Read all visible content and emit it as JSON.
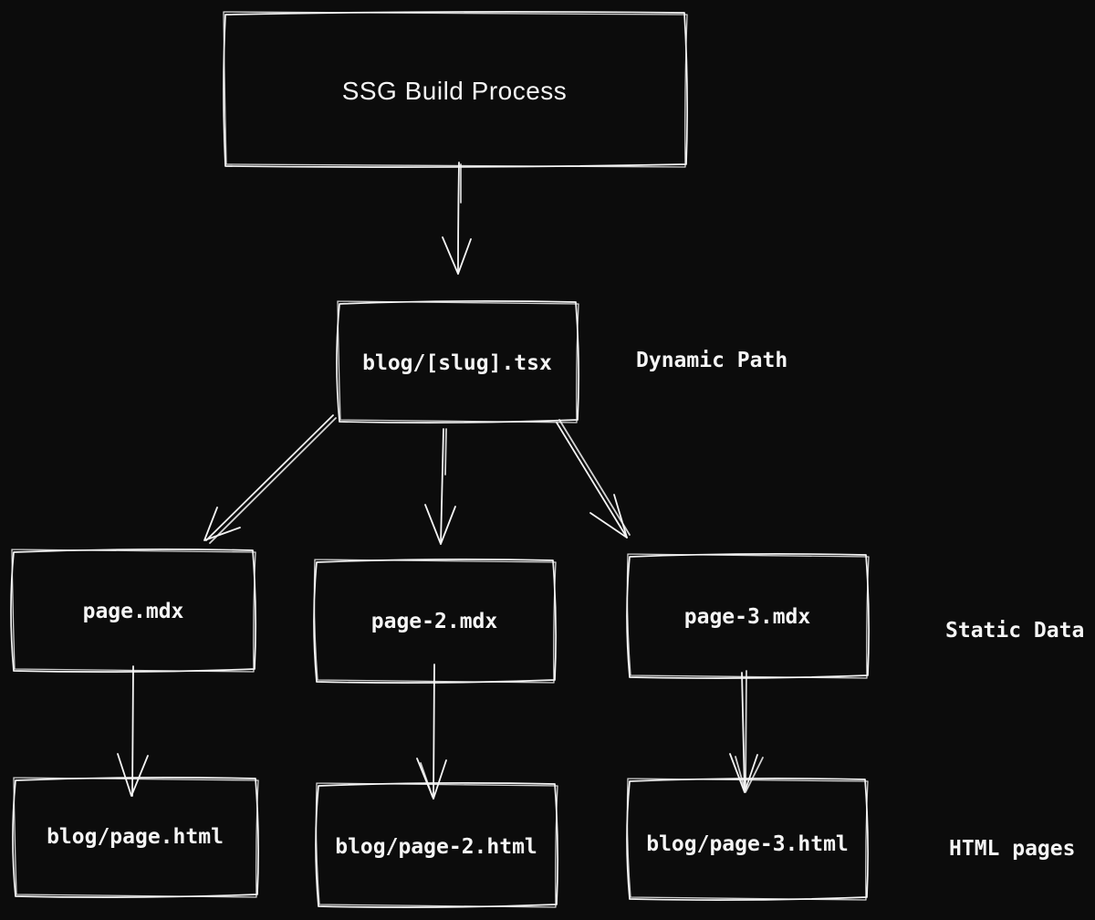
{
  "diagram": {
    "root": {
      "label": "SSG Build Process"
    },
    "dynamic_route": {
      "label": "blog/[slug].tsx"
    },
    "sources": [
      {
        "label": "page.mdx"
      },
      {
        "label": "page-2.mdx"
      },
      {
        "label": "page-3.mdx"
      }
    ],
    "outputs": [
      {
        "label": "blog/page.html"
      },
      {
        "label": "blog/page-2.html"
      },
      {
        "label": "blog/page-3.html"
      }
    ],
    "annotations": {
      "dynamic_path": "Dynamic Path",
      "static_data": "Static Data",
      "html_pages": "HTML pages"
    },
    "colors": {
      "background": "#0c0c0c",
      "stroke": "#f5f5f5",
      "text": "#f5f5f5"
    }
  }
}
